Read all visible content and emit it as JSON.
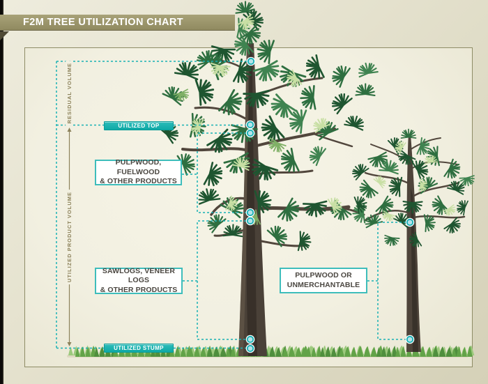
{
  "app": {
    "title": "F2M TREE UTILIZATION CHART"
  },
  "measures": {
    "residual": "RESIDUAL VOLUME",
    "utilized": "UTILIZED PRODUCT VOLUME"
  },
  "badges": {
    "top": "UTILIZED TOP",
    "stump": "UTILIZED STUMP"
  },
  "callouts": {
    "pulpwood": {
      "line1": "PULPWOOD, FUELWOOD",
      "line2": "& OTHER PRODUCTS"
    },
    "sawlogs": {
      "line1": "SAWLOGS, VENEER LOGS",
      "line2": "& OTHER PRODUCTS"
    },
    "unmerchantable": {
      "line1": "PULPWOOD OR",
      "line2": "UNMERCHANTABLE"
    }
  },
  "colors": {
    "accent_teal": "#17b2b5",
    "measure_olive": "#8c825b",
    "ribbon_olive": "#9a9469",
    "panel_cream": "#f2f0e1",
    "trunk_brown": "#4a4138",
    "foliage_green": "#2e6f40",
    "grass_green": "#6fae52"
  }
}
